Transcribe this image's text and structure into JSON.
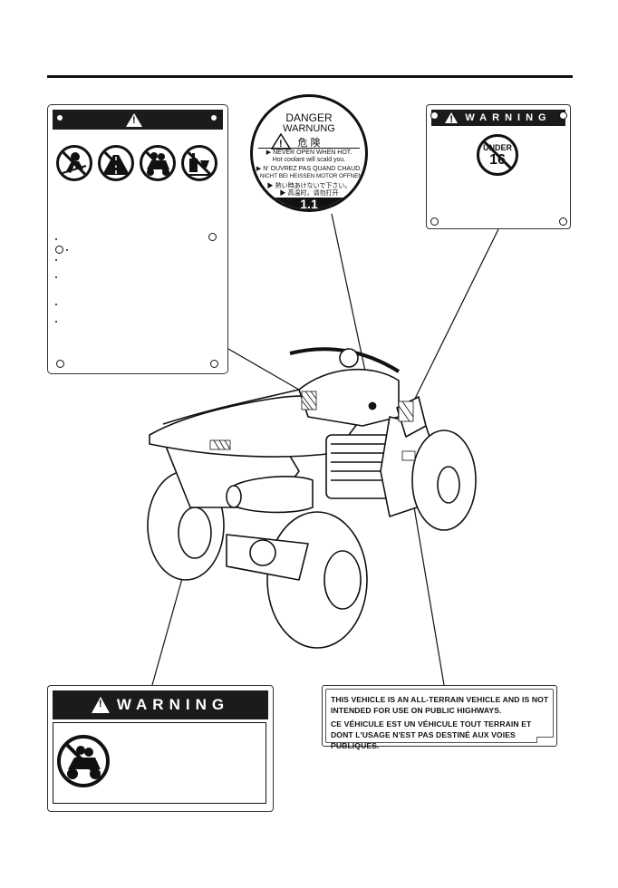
{
  "danger_label": {
    "line1": "DANGER",
    "line2": "WARNUNG",
    "line3": "危   険",
    "line4": "▶ NEVER OPEN WHEN HOT.",
    "line5": "Hot coolant will scald you.",
    "line6": "▶ N' OUVREZ PAS QUAND CHAUD.",
    "line7": "▶ NICHT BEI HEISSEN MOTOR OFFNEN.",
    "line8": "▶ 熱い時あけないで下さい。",
    "line9": "▶ 高温时，请勿打开",
    "pressure": "1.1"
  },
  "age_label": {
    "header": "WARNING",
    "under_text": "UNDER",
    "age": "16"
  },
  "passenger_label": {
    "header": "WARNING"
  },
  "highway_label": {
    "english": "THIS VEHICLE IS AN ALL-TERRAIN VEHICLE AND IS NOT INTENDED FOR USE ON PUBLIC HIGHWAYS.",
    "french": "CE VÉHICULE EST UN VÉHICULE TOUT TERRAIN ET DONT L'USAGE N'EST PAS DESTINÉ AUX VOIES PUBLIQUES."
  },
  "icons": {
    "main_label": [
      "no-helmet-rider-icon",
      "no-public-road-icon",
      "no-passenger-icon",
      "no-alcohol-icon"
    ],
    "age_label": "no-under-16-icon",
    "passenger_label": "no-passenger-icon"
  },
  "colors": {
    "ink": "#111111",
    "header_bg": "#1b1b1b"
  }
}
